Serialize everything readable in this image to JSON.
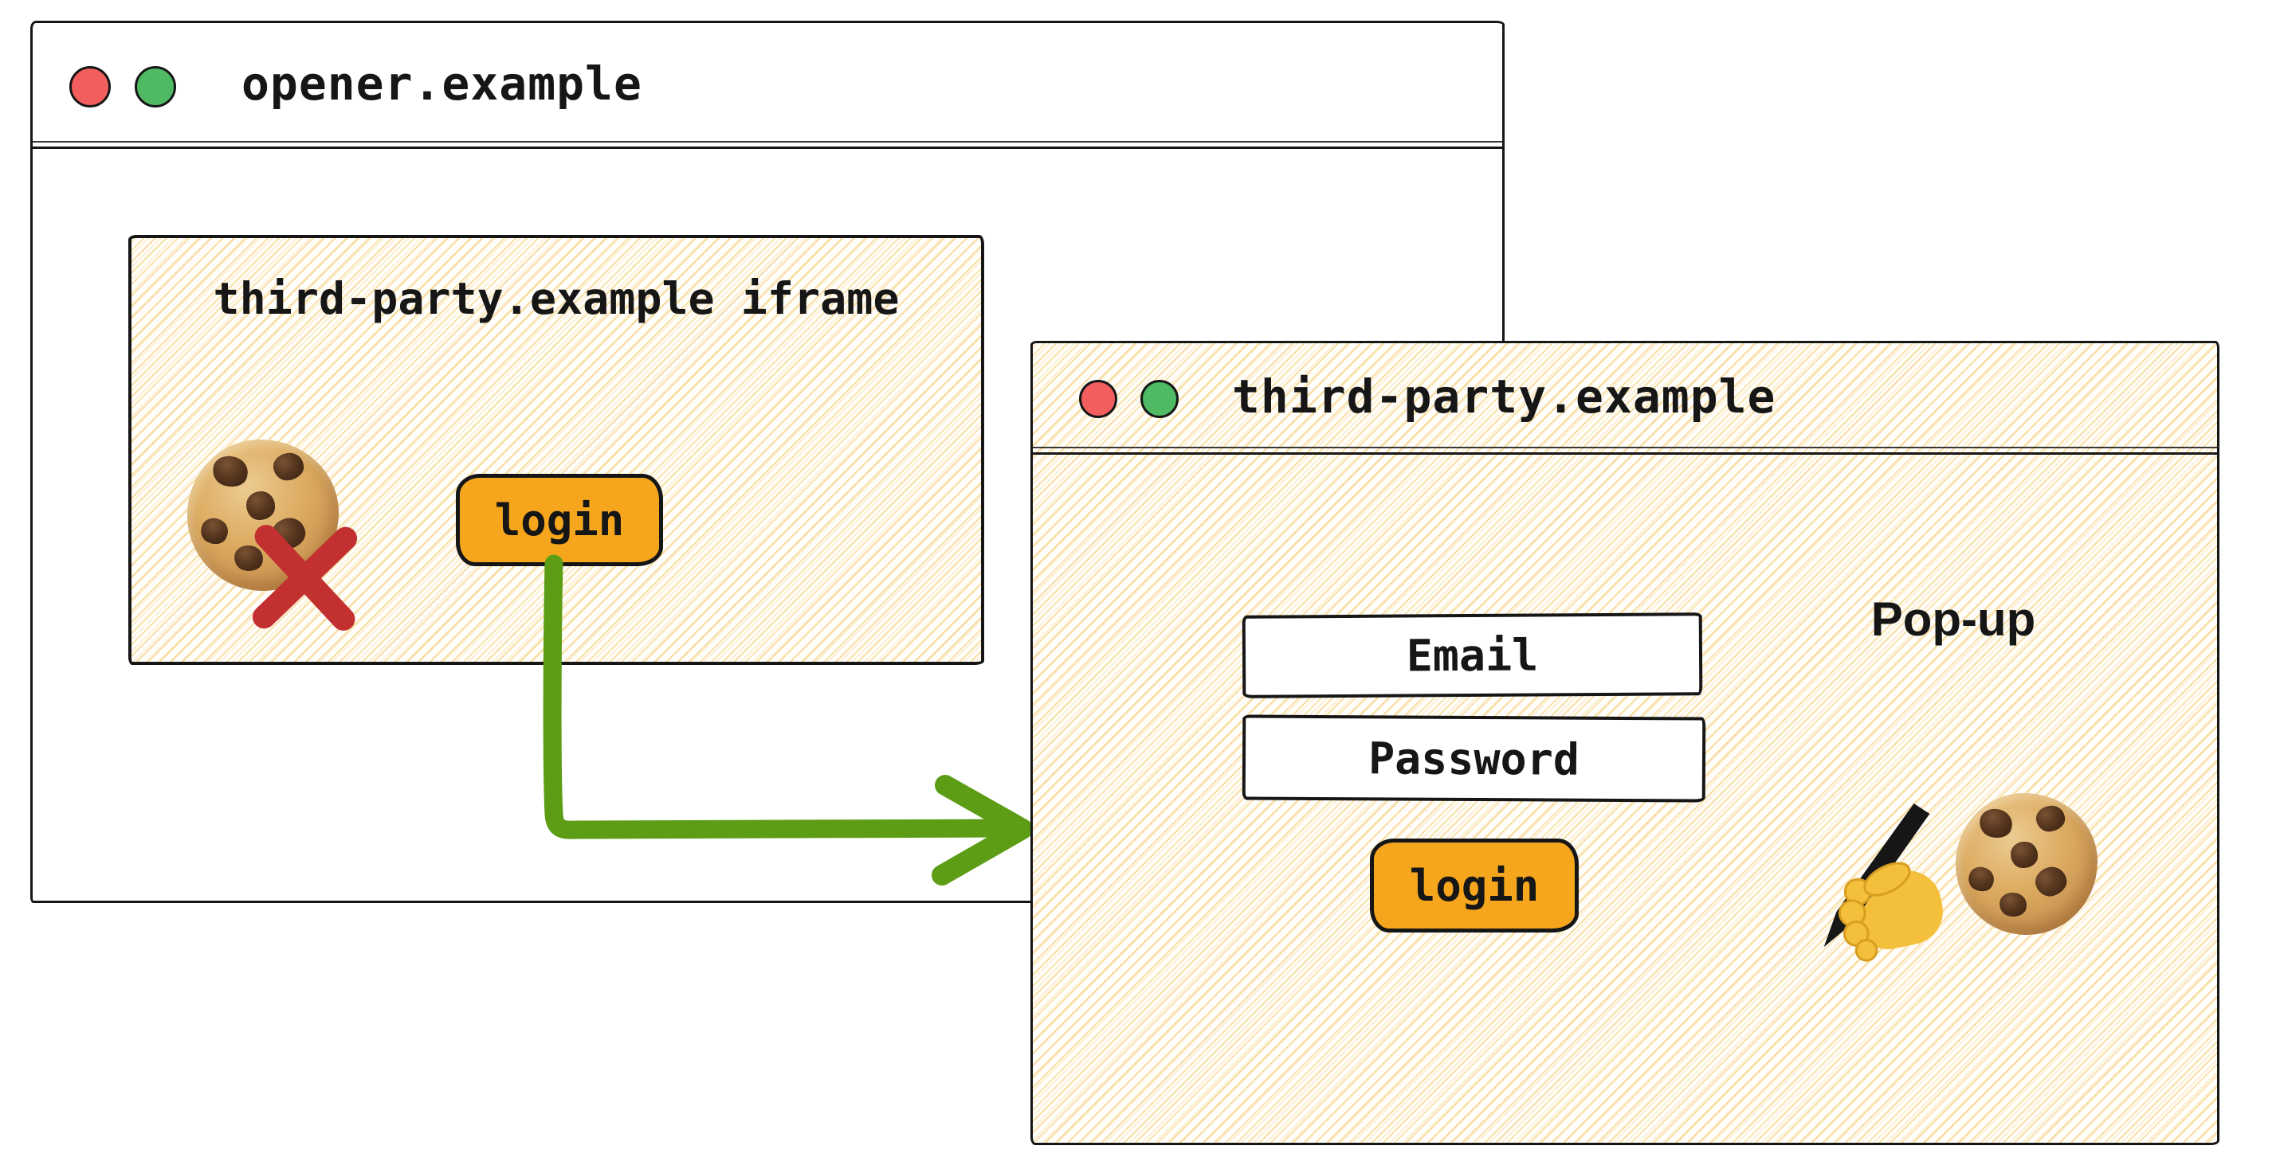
{
  "colors": {
    "ink": "#161616",
    "accent_orange": "#f6a61c",
    "arrow_green": "#5d9d16",
    "dot_red": "#f25d5d",
    "dot_green": "#4fba63",
    "x_red": "#c23030",
    "hachure_gold": "#f4c662"
  },
  "opener_window": {
    "title": "opener.example",
    "traffic_lights": [
      "red-dot",
      "green-dot"
    ],
    "iframe": {
      "label": "third-party.example iframe",
      "blocked_cookie_icon": "cookie-with-red-x",
      "login_button_label": "login"
    }
  },
  "arrow": {
    "icon": "green-elbow-arrow",
    "from": "iframe login button",
    "to": "pop-up window"
  },
  "popup_window": {
    "title": "third-party.example",
    "traffic_lights": [
      "red-dot",
      "green-dot"
    ],
    "heading": "Pop-up",
    "fields": [
      {
        "label": "Email"
      },
      {
        "label": "Password"
      }
    ],
    "login_button_label": "login",
    "icons": [
      "writing-hand",
      "cookie"
    ]
  }
}
